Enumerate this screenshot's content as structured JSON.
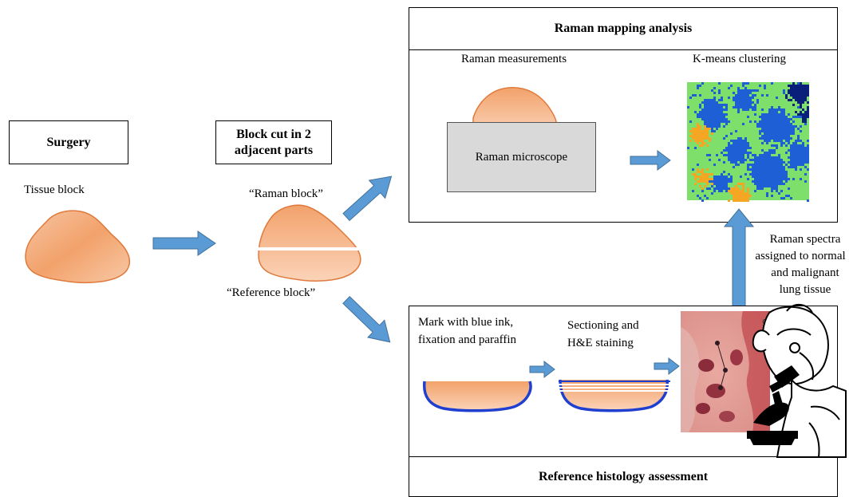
{
  "surgery": {
    "title": "Surgery",
    "tissue_label": "Tissue block"
  },
  "block_cut": {
    "title_line1": "Block cut in 2",
    "title_line2": "adjacent parts",
    "raman_block_label": "“Raman block”",
    "reference_block_label": "“Reference block”"
  },
  "raman_panel": {
    "title": "Raman mapping analysis",
    "measurements_label": "Raman measurements",
    "microscope_label": "Raman microscope",
    "clustering_label": "K-means clustering"
  },
  "link_label": {
    "line1": "Raman spectra",
    "line2": "assigned to normal",
    "line3": "and malignant",
    "line4": "lung tissue"
  },
  "reference_panel": {
    "title": "Reference histology assessment",
    "mark_line1": "Mark with blue ink,",
    "mark_line2": "fixation and paraffin",
    "section_line1": "Sectioning and",
    "section_line2": "H&E staining"
  },
  "colors": {
    "tissue_orange": "#f4b183",
    "arrow_blue": "#5b9bd5",
    "ink_blue": "#1f3fd0",
    "cluster_green": "#7ee06a",
    "cluster_blue": "#1f5fd6",
    "cluster_orange": "#f5a623",
    "cluster_navy": "#0a1f7a",
    "microscope_gray": "#d9d9d9"
  }
}
